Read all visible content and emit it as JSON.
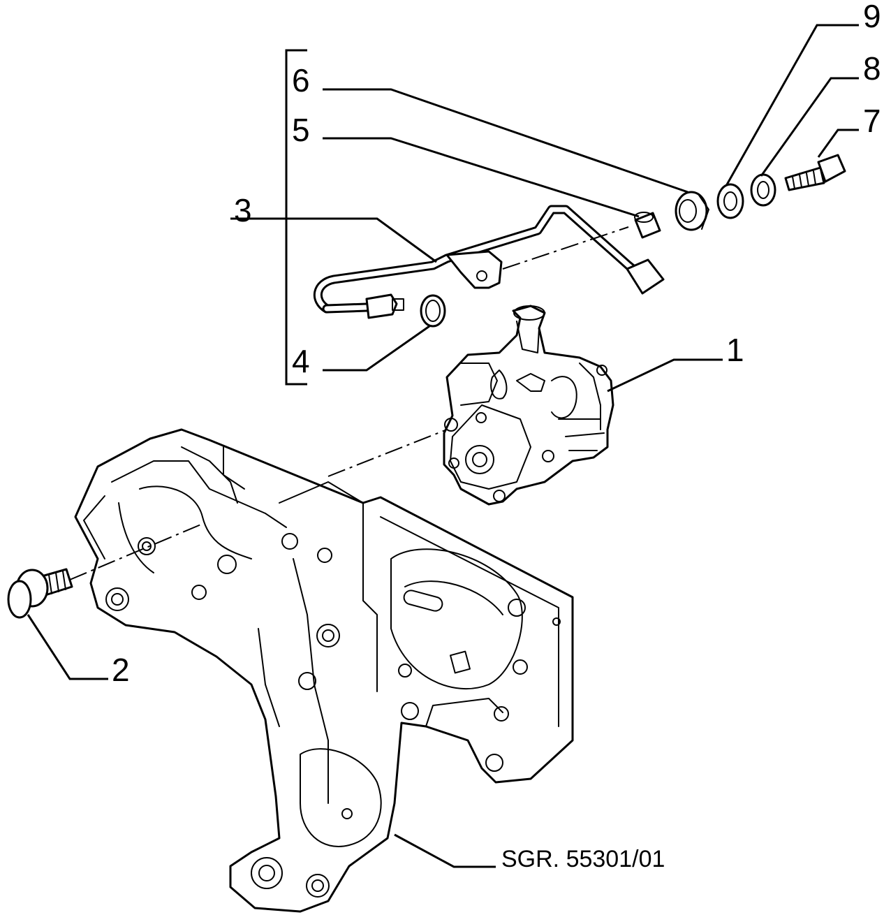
{
  "diagram": {
    "callouts": [
      {
        "id": "c1",
        "label": "1"
      },
      {
        "id": "c2",
        "label": "2"
      },
      {
        "id": "c3",
        "label": "3"
      },
      {
        "id": "c4",
        "label": "4"
      },
      {
        "id": "c5",
        "label": "5"
      },
      {
        "id": "c6",
        "label": "6"
      },
      {
        "id": "c7",
        "label": "7"
      },
      {
        "id": "c8",
        "label": "8"
      },
      {
        "id": "c9",
        "label": "9"
      }
    ],
    "reference": "SGR. 55301/01"
  }
}
